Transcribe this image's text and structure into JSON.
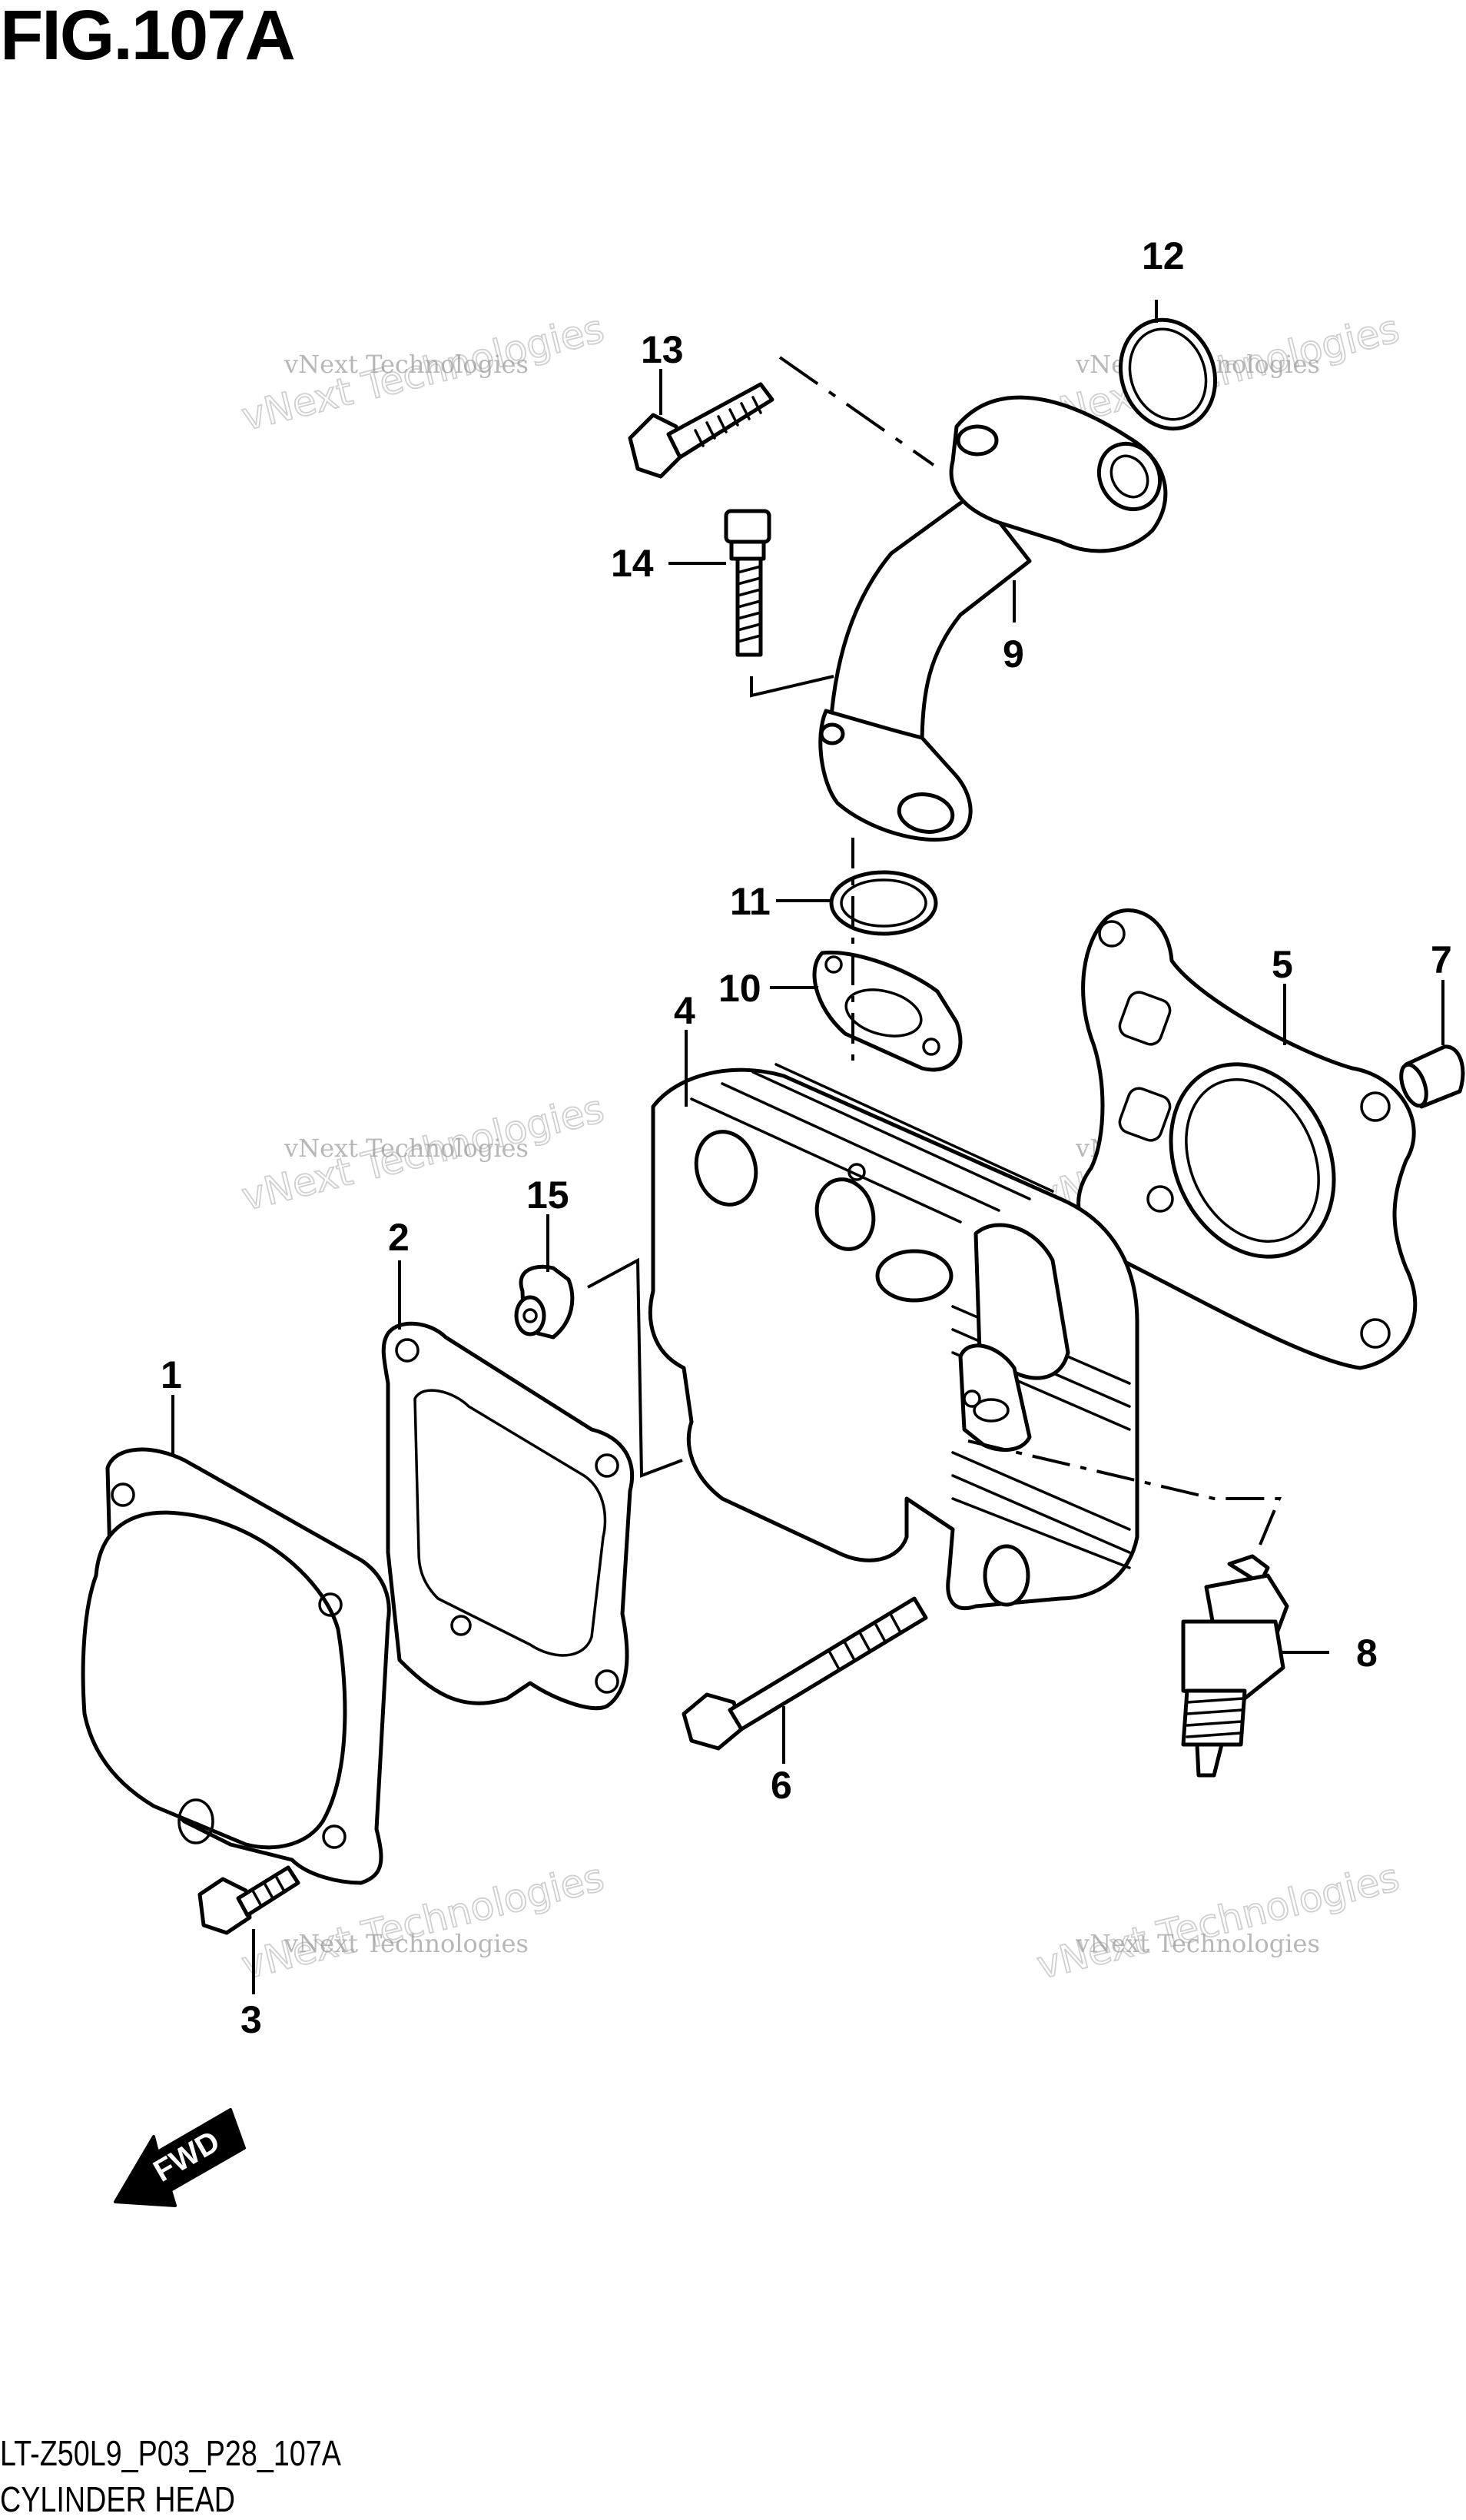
{
  "figure": {
    "title": "FIG.107A",
    "code": "LT-Z50L9_P03_P28_107A",
    "name": "CYLINDER HEAD"
  },
  "callouts": [
    {
      "id": "1",
      "label": "1"
    },
    {
      "id": "2",
      "label": "2"
    },
    {
      "id": "3",
      "label": "3"
    },
    {
      "id": "4",
      "label": "4"
    },
    {
      "id": "5",
      "label": "5"
    },
    {
      "id": "6",
      "label": "6"
    },
    {
      "id": "7",
      "label": "7"
    },
    {
      "id": "8",
      "label": "8"
    },
    {
      "id": "9",
      "label": "9"
    },
    {
      "id": "10",
      "label": "10"
    },
    {
      "id": "11",
      "label": "11"
    },
    {
      "id": "12",
      "label": "12"
    },
    {
      "id": "13",
      "label": "13"
    },
    {
      "id": "14",
      "label": "14"
    },
    {
      "id": "15",
      "label": "15"
    }
  ],
  "fwd_label": "FWD",
  "watermark": {
    "line1": "vNext Technologies",
    "line2": "vNext Technologies"
  },
  "colors": {
    "line": "#000000",
    "background": "#ffffff",
    "watermark": "#9a9a9a"
  }
}
